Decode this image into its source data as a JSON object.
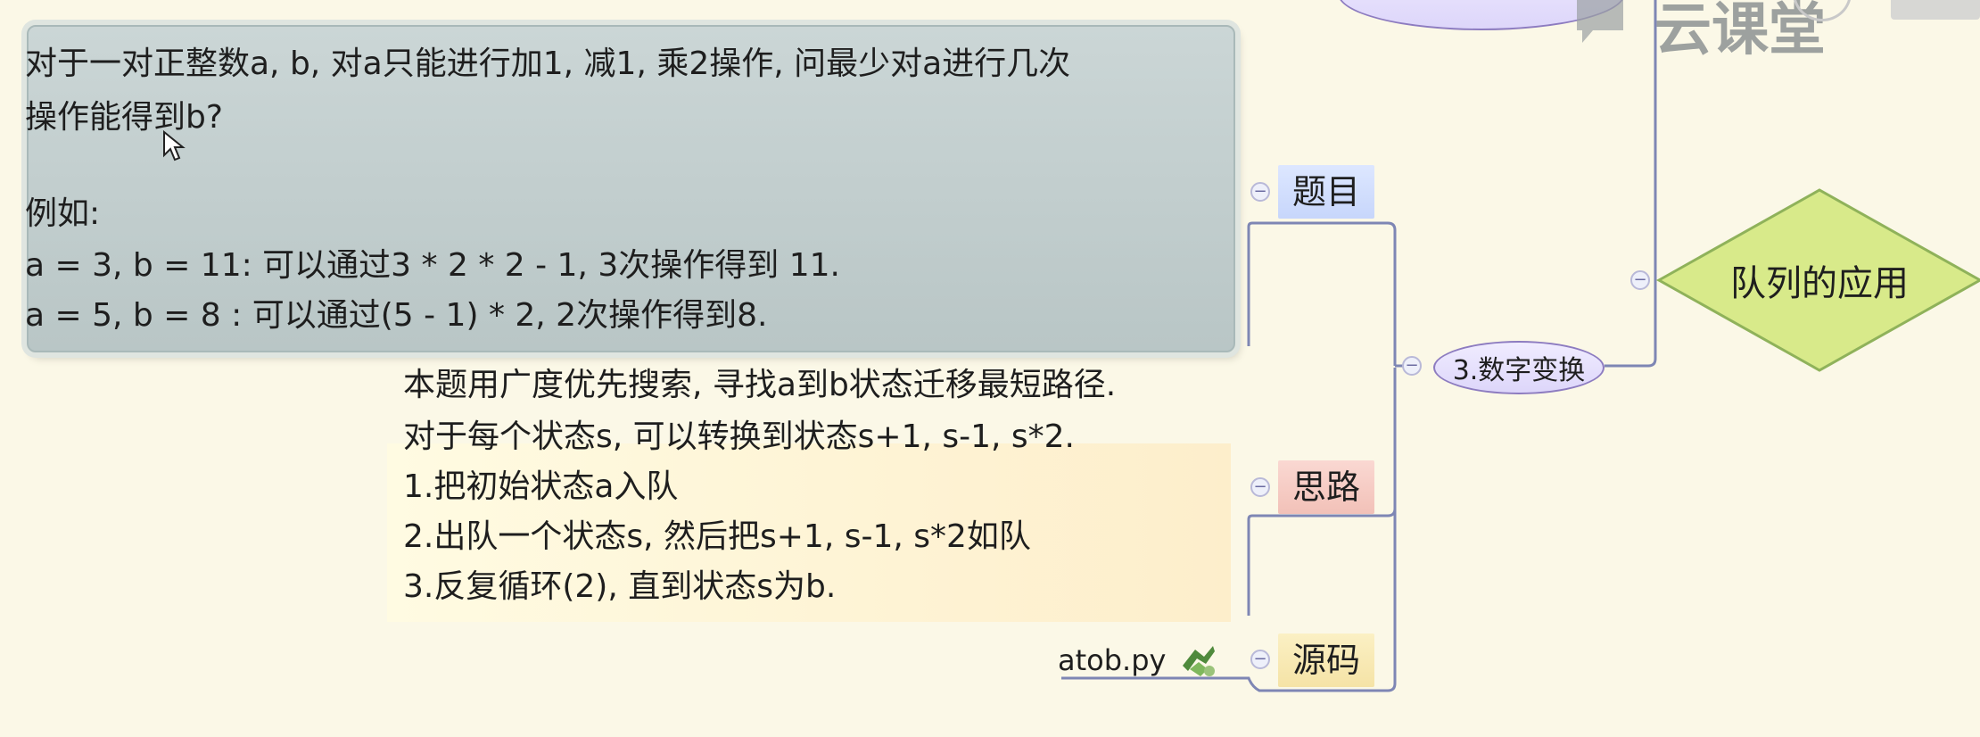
{
  "problem_note": {
    "lines": [
      "对于一对正整数a, b, 对a只能进行加1, 减1, 乘2操作, 问最少对a进行几次",
      "操作能得到b?",
      "例如:",
      "a = 3, b = 11: 可以通过3 * 2 * 2 - 1, 3次操作得到 11.",
      "a = 5, b = 8  : 可以通过(5 - 1) * 2, 2次操作得到8."
    ]
  },
  "idea_note": {
    "lines": [
      "本题用广度优先搜索, 寻找a到b状态迁移最短路径.",
      "对于每个状态s, 可以转换到状态s+1, s-1, s*2.",
      "1.把初始状态a入队",
      "2.出队一个状态s, 然后把s+1, s-1, s*2如队",
      "3.反复循环(2), 直到状态s为b."
    ]
  },
  "topics": {
    "title": "题目",
    "idea": "思路",
    "code": "源码"
  },
  "code_file": "atob.py",
  "branch_node": "3.数字变换",
  "root_node": "队列的应用",
  "watermark": "云课堂",
  "colors": {
    "background": "#fbf8e7",
    "diamond_fill": "#d8ea8a",
    "connector": "#7e86b4"
  },
  "icons": {
    "collapse": "minus-circle-icon",
    "attachment": "python-script-icon"
  }
}
